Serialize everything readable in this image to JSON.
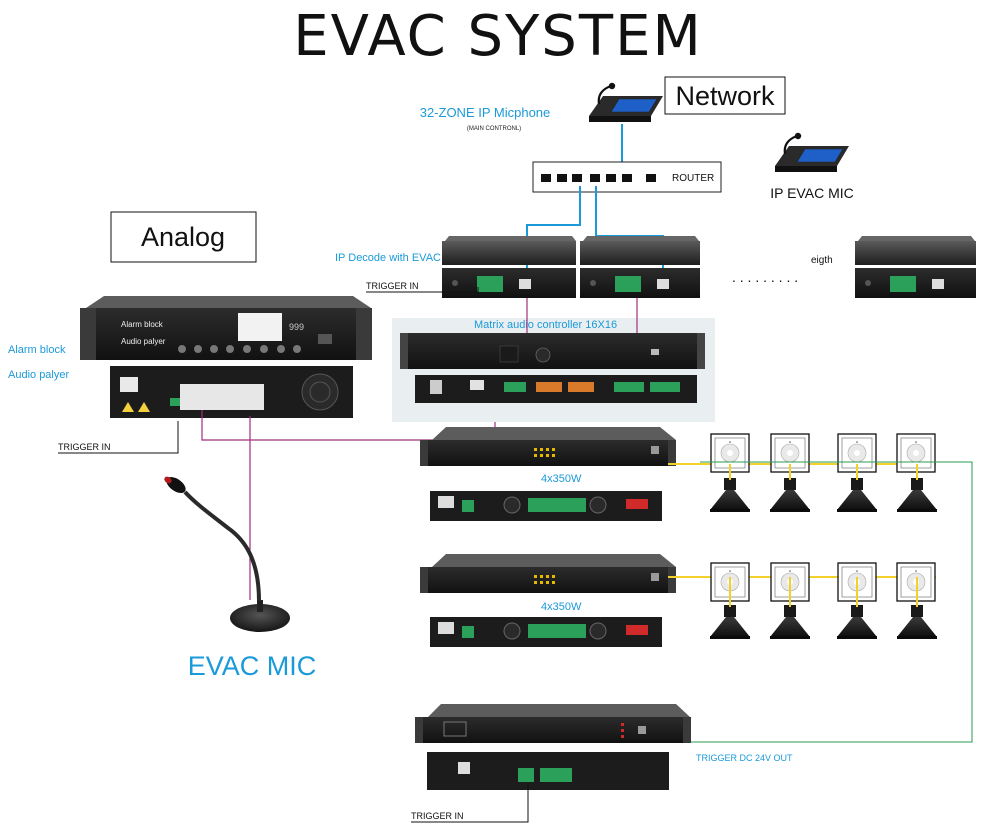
{
  "title": "EVAC SYSTEM",
  "network_label": "Network",
  "analog_label": "Analog",
  "ip_mic_label": "32-ZONE IP Micphone",
  "ip_mic_sub": "(MAIN CONTRONL)",
  "router_label": "ROUTER",
  "ip_evac_mic_label": "IP EVAC MIC",
  "ip_decode_label": "IP Decode with EVAC",
  "eighth_label": "eigth",
  "dots": ". . . . . . . . .",
  "trigger_in": "TRIGGER IN",
  "matrix_label": "Matrix audio controller 16X16",
  "alarm_block_side": "Alarm block",
  "audio_player_side": "Audio palyer",
  "alarm_block_dev": "Alarm block",
  "audio_player_dev": "Audio palyer",
  "amp1_label": "4x350W",
  "amp2_label": "4x350W",
  "evac_mic_label": "EVAC MIC",
  "trigger_dc": "TRIGGER  DC   24V   OUT",
  "colors": {
    "accent_blue": "#1a9ad9",
    "line_magenta": "#a0307a",
    "speaker_yellow": "#f2d22a",
    "trigger_green": "#2a9d52"
  }
}
